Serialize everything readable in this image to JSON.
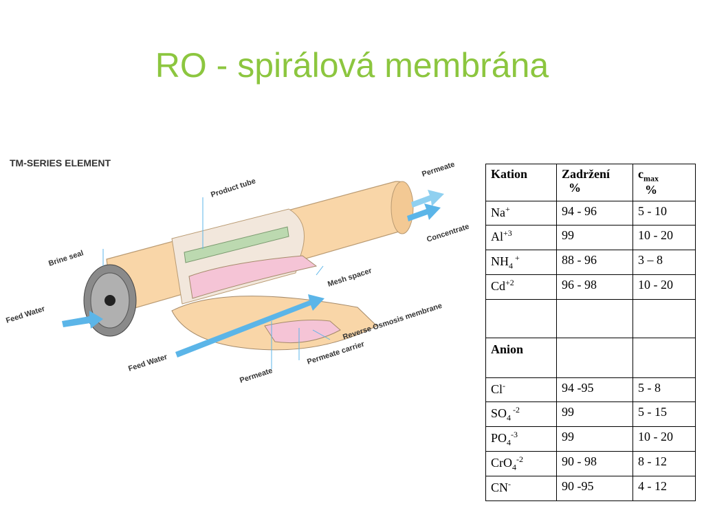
{
  "slide": {
    "title": "RO - spirálová membrána"
  },
  "diagram": {
    "heading": "TM-SERIES ELEMENT",
    "labels": {
      "permeate_out": "Permeate",
      "concentrate": "Concentrate",
      "product_tube": "Product tube",
      "brine_seal": "Brine seal",
      "mesh_spacer": "Mesh spacer",
      "feed_water_left": "Feed Water",
      "feed_water_bottom": "Feed Water",
      "ro_membrane": "Reverse Osmosis membrane",
      "permeate_carrier": "Permeate carrier",
      "permeate_bottom": "Permeate"
    },
    "colors": {
      "vessel": "#f9d6a8",
      "membrane": "#f5c4d6",
      "arrow": "#5bb5e8",
      "spacer": "#bcd9b0"
    }
  },
  "table": {
    "header": {
      "c1": "Kation",
      "c2_line1": "Zadržení",
      "c2_line2": "%",
      "c3_base": "c",
      "c3_sub": "max",
      "c3_line2": "%"
    },
    "rows": [
      {
        "base": "Na",
        "sub": "",
        "sup": "+",
        "retention": "94 - 96",
        "cmax": "5 - 10"
      },
      {
        "base": "Al",
        "sub": "",
        "sup": "+3",
        "retention": "99",
        "cmax": "10 - 20"
      },
      {
        "base": "NH",
        "sub": "4",
        "sup": " +",
        "retention": "88 - 96",
        "cmax": "3 – 8"
      },
      {
        "base": "Cd",
        "sub": "",
        "sup": "+2",
        "retention": "96 - 98",
        "cmax": "10 - 20"
      },
      {
        "base": "",
        "sub": "",
        "sup": "",
        "retention": "",
        "cmax": ""
      },
      {
        "base": "Anion",
        "sub": "",
        "sup": "",
        "retention": "",
        "cmax": "",
        "bold": true
      },
      {
        "base": "Cl",
        "sub": "",
        "sup": "-",
        "retention": "94 -95",
        "cmax": "5 - 8"
      },
      {
        "base": "SO",
        "sub": "4",
        "sup": " -2",
        "retention": "99",
        "cmax": "5 - 15"
      },
      {
        "base": "PO",
        "sub": "4",
        "sup": "-3",
        "retention": "99",
        "cmax": "10 - 20"
      },
      {
        "base": "CrO",
        "sub": "4",
        "sup": "-2",
        "retention": "90 - 98",
        "cmax": "8 - 12"
      },
      {
        "base": "CN",
        "sub": "",
        "sup": "-",
        "retention": "90 -95",
        "cmax": "4 - 12"
      }
    ]
  }
}
